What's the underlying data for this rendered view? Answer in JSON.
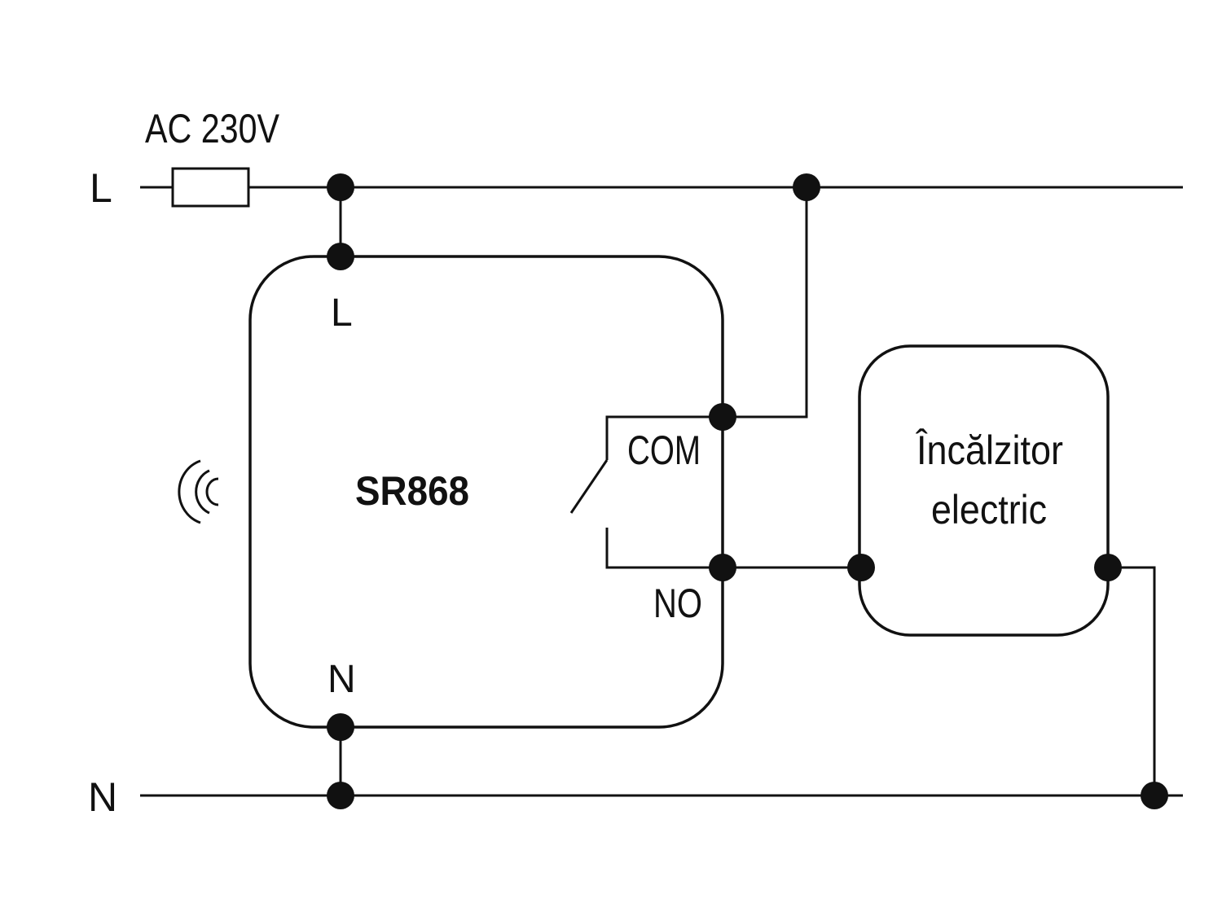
{
  "supply": {
    "voltage_label": "AC 230V",
    "line_label": "L",
    "neutral_label": "N"
  },
  "device": {
    "name": "SR868",
    "terminal_l": "L",
    "terminal_n": "N",
    "terminal_com": "COM",
    "terminal_no": "NO"
  },
  "load": {
    "line1": "Încălzitor",
    "line2": "electric"
  },
  "colors": {
    "stroke": "#111111",
    "background": "#ffffff"
  }
}
